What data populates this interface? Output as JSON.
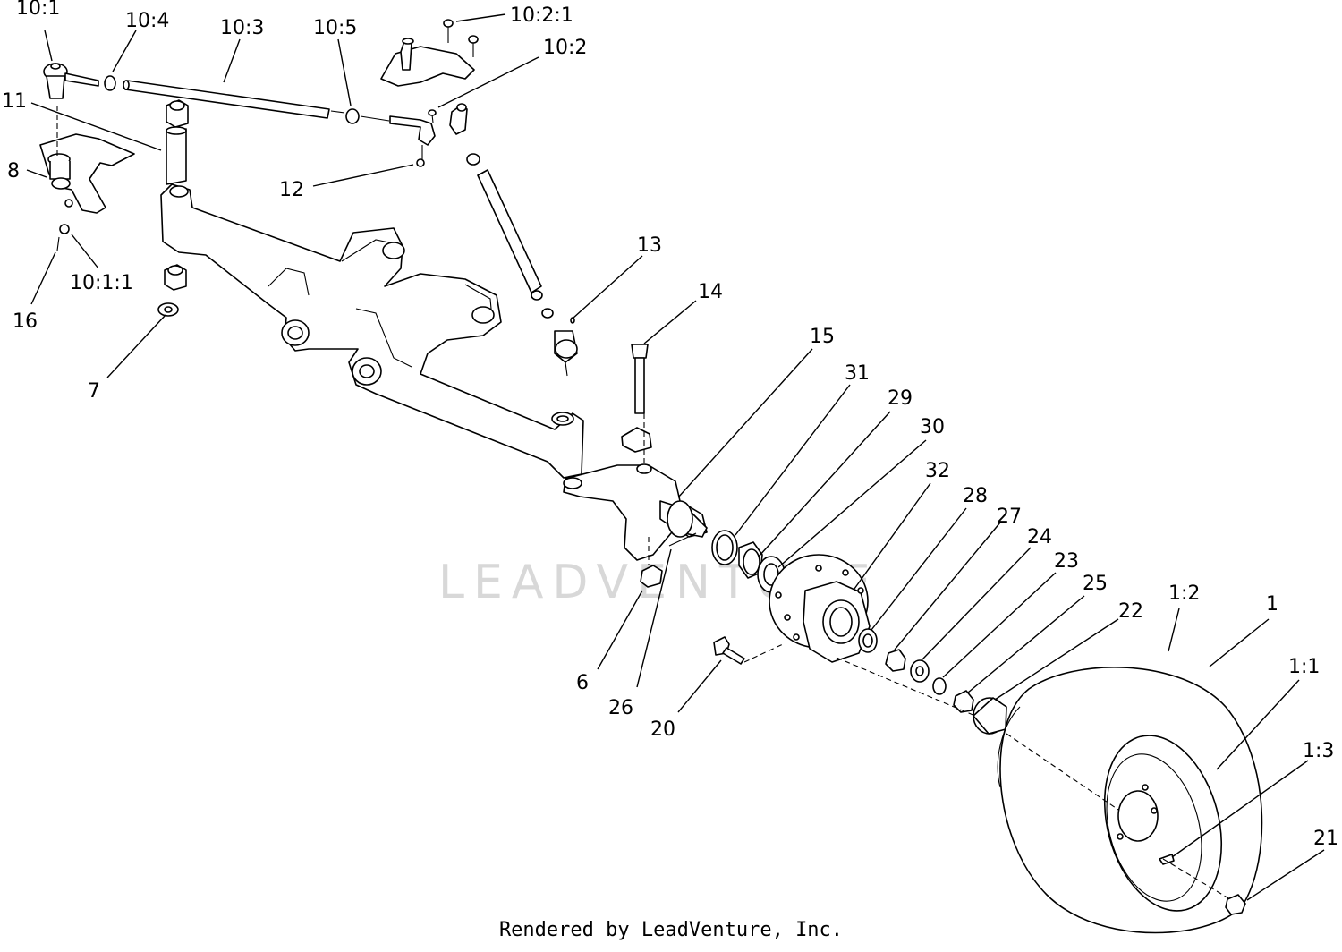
{
  "watermark": "LEADVENTURE",
  "footer": "Rendered by LeadVenture, Inc.",
  "callouts": [
    {
      "id": "c-10-1",
      "text": "10:1"
    },
    {
      "id": "c-10-4",
      "text": "10:4"
    },
    {
      "id": "c-10-3",
      "text": "10:3"
    },
    {
      "id": "c-10-5",
      "text": "10:5"
    },
    {
      "id": "c-10-2-1",
      "text": "10:2:1"
    },
    {
      "id": "c-10-2",
      "text": "10:2"
    },
    {
      "id": "c-11",
      "text": "11"
    },
    {
      "id": "c-8",
      "text": "8"
    },
    {
      "id": "c-12",
      "text": "12"
    },
    {
      "id": "c-10-1-1",
      "text": "10:1:1"
    },
    {
      "id": "c-16",
      "text": "16"
    },
    {
      "id": "c-13",
      "text": "13"
    },
    {
      "id": "c-14",
      "text": "14"
    },
    {
      "id": "c-7",
      "text": "7"
    },
    {
      "id": "c-15",
      "text": "15"
    },
    {
      "id": "c-31",
      "text": "31"
    },
    {
      "id": "c-29",
      "text": "29"
    },
    {
      "id": "c-30",
      "text": "30"
    },
    {
      "id": "c-32",
      "text": "32"
    },
    {
      "id": "c-28",
      "text": "28"
    },
    {
      "id": "c-27",
      "text": "27"
    },
    {
      "id": "c-24",
      "text": "24"
    },
    {
      "id": "c-23",
      "text": "23"
    },
    {
      "id": "c-25",
      "text": "25"
    },
    {
      "id": "c-1-2",
      "text": "1:2"
    },
    {
      "id": "c-1",
      "text": "1"
    },
    {
      "id": "c-22",
      "text": "22"
    },
    {
      "id": "c-1-1",
      "text": "1:1"
    },
    {
      "id": "c-6",
      "text": "6"
    },
    {
      "id": "c-26",
      "text": "26"
    },
    {
      "id": "c-20",
      "text": "20"
    },
    {
      "id": "c-1-3",
      "text": "1:3"
    },
    {
      "id": "c-21",
      "text": "21"
    }
  ]
}
